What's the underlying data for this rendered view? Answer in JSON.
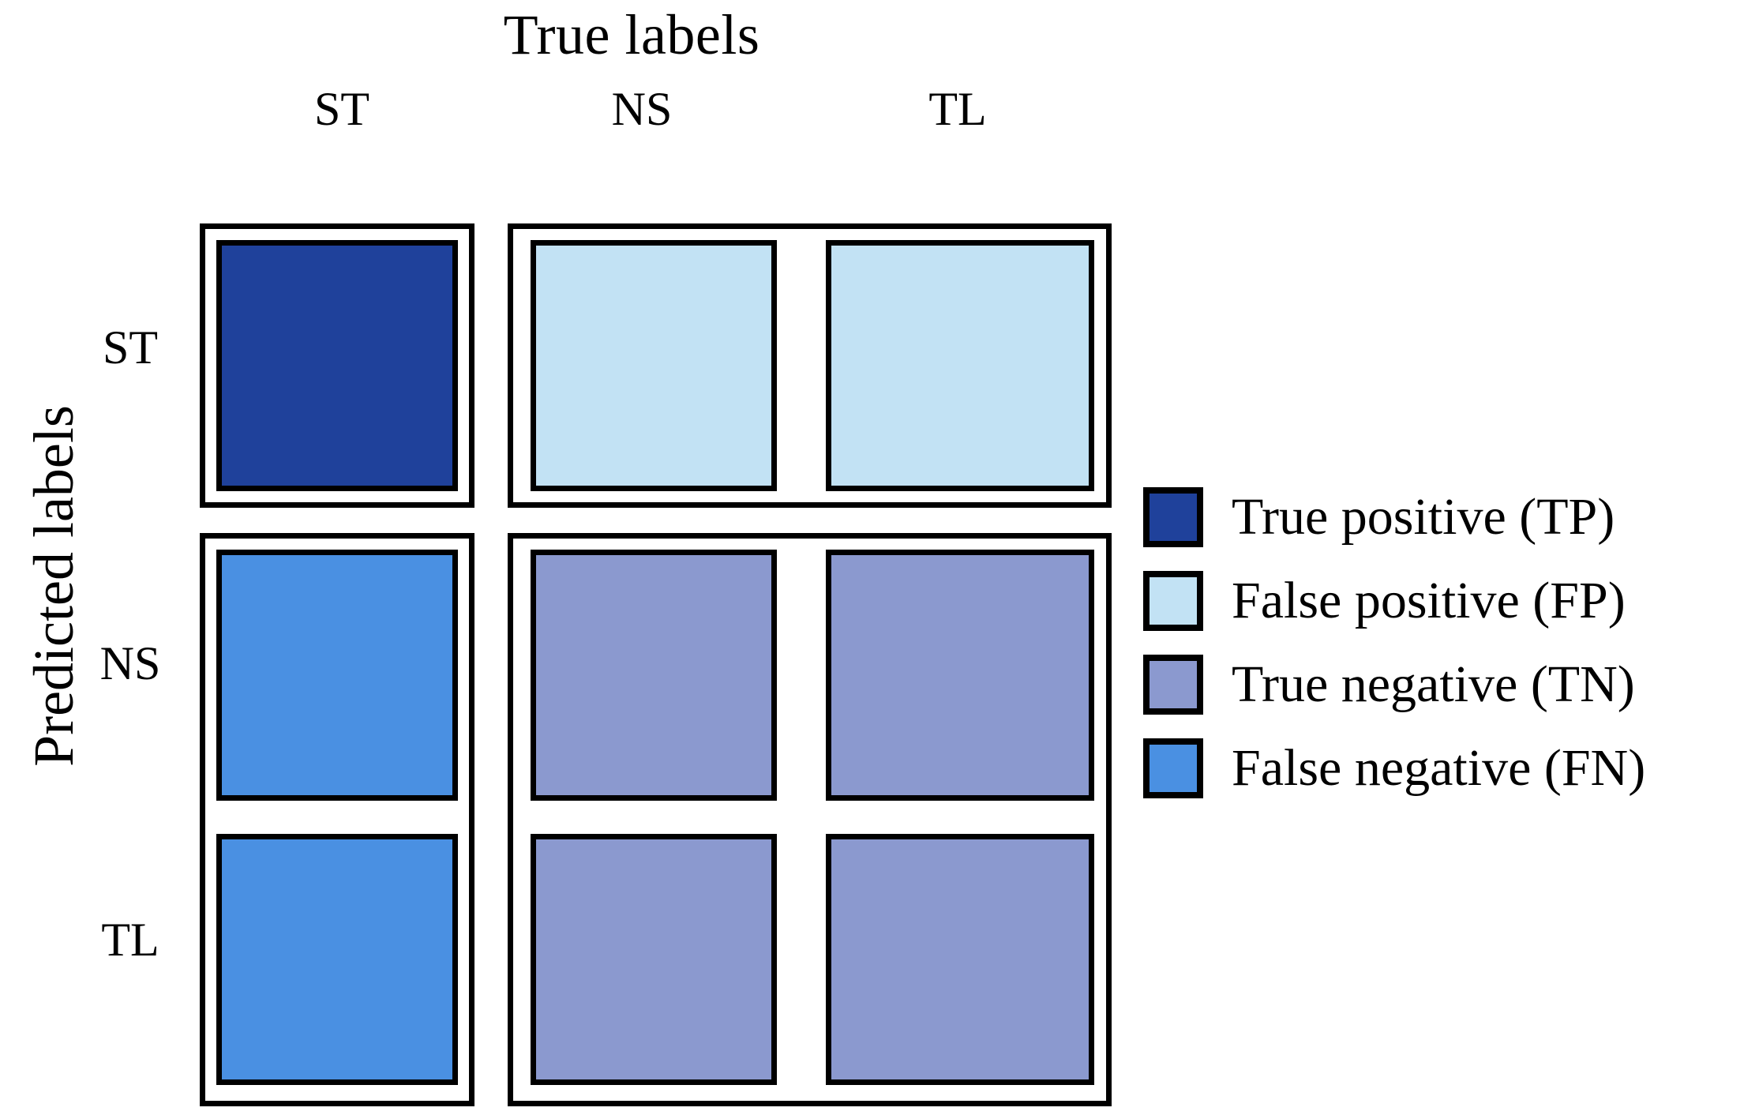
{
  "figure": {
    "title": "True labels",
    "y_axis_title": "Predicted labels"
  },
  "axes": {
    "true_labels": [
      "ST",
      "NS",
      "TL"
    ],
    "predicted_labels": [
      "ST",
      "NS",
      "TL"
    ]
  },
  "colors": {
    "true_positive": "#1f419b",
    "false_positive": "#c2e2f4",
    "true_negative": "#8b99cf",
    "false_negative": "#4a90e2",
    "outline": "#000000",
    "background": "#ffffff"
  },
  "legend": {
    "items": [
      {
        "label": "True positive (TP)",
        "color": "#1f419b",
        "code": "TP"
      },
      {
        "label": "False positive (FP)",
        "color": "#c2e2f4",
        "code": "FP"
      },
      {
        "label": "True negative (TN)",
        "color": "#8b99cf",
        "code": "TN"
      },
      {
        "label": "False negative (FN)",
        "color": "#4a90e2",
        "code": "FN"
      }
    ]
  },
  "chart_data": {
    "type": "heatmap",
    "title": "True labels",
    "xlabel": "True labels",
    "ylabel": "Predicted labels",
    "x_categories": [
      "ST",
      "NS",
      "TL"
    ],
    "y_categories": [
      "ST",
      "NS",
      "TL"
    ],
    "legend_position": "right",
    "grid": false,
    "cells": [
      {
        "row": "ST",
        "col": "ST",
        "category": "TP",
        "label": "True positive (TP)",
        "color": "#1f419b"
      },
      {
        "row": "ST",
        "col": "NS",
        "category": "FP",
        "label": "False positive (FP)",
        "color": "#c2e2f4"
      },
      {
        "row": "ST",
        "col": "TL",
        "category": "FP",
        "label": "False positive (FP)",
        "color": "#c2e2f4"
      },
      {
        "row": "NS",
        "col": "ST",
        "category": "FN",
        "label": "False negative (FN)",
        "color": "#4a90e2"
      },
      {
        "row": "NS",
        "col": "NS",
        "category": "TN",
        "label": "True negative (TN)",
        "color": "#8b99cf"
      },
      {
        "row": "NS",
        "col": "TL",
        "category": "TN",
        "label": "True negative (TN)",
        "color": "#8b99cf"
      },
      {
        "row": "TL",
        "col": "ST",
        "category": "FN",
        "label": "False negative (FN)",
        "color": "#4a90e2"
      },
      {
        "row": "TL",
        "col": "NS",
        "category": "TN",
        "label": "True negative (TN)",
        "color": "#8b99cf"
      },
      {
        "row": "TL",
        "col": "TL",
        "category": "TN",
        "label": "True negative (TN)",
        "color": "#8b99cf"
      }
    ]
  }
}
